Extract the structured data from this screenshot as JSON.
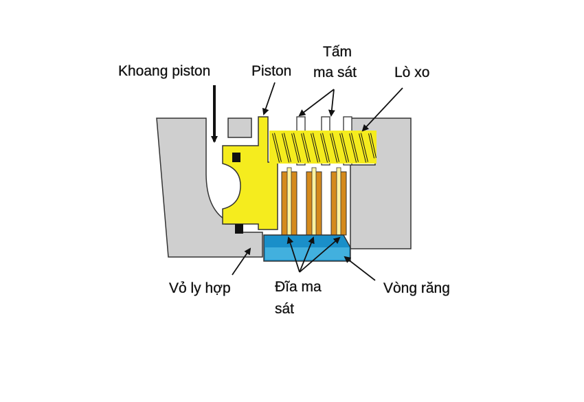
{
  "labels": {
    "khoang_piston": "Khoang piston",
    "piston": "Piston",
    "tam_ma_sat_line1": "Tấm",
    "tam_ma_sat_line2": "ma sát",
    "lo_xo": "Lò xo",
    "vo_ly_hop": "Vỏ ly hợp",
    "dia_ma_sat_line1": "Đĩa ma",
    "dia_ma_sat_line2": "sát",
    "vong_rang": "Vòng răng"
  },
  "colors": {
    "housing": "#cfcfcf",
    "piston": "#f5ec1e",
    "friction_disc": "#d58a1c",
    "ring_gear": "#1a8fc9",
    "seal": "#111111",
    "outline": "#333333"
  }
}
